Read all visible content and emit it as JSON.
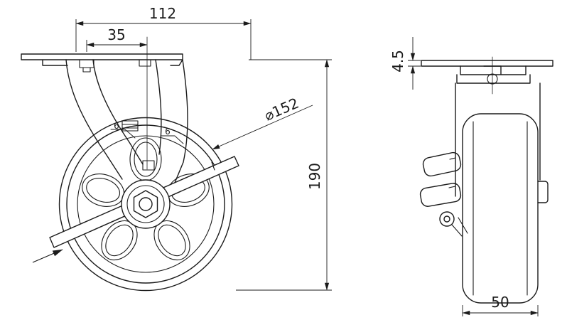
{
  "drawing": {
    "kind": "caster-wheel-technical-drawing",
    "front_view": {
      "dims": {
        "plate_span": "112",
        "swivel_offset": "35",
        "wheel_diameter": "⌀152",
        "overall_height": "190"
      },
      "weld_marks": [
        "6",
        "6"
      ]
    },
    "side_view": {
      "dims": {
        "plate_thickness": "4.5",
        "wheel_width": "50"
      }
    },
    "colors": {
      "line": "#1b1b1b",
      "background": "#ffffff"
    }
  }
}
